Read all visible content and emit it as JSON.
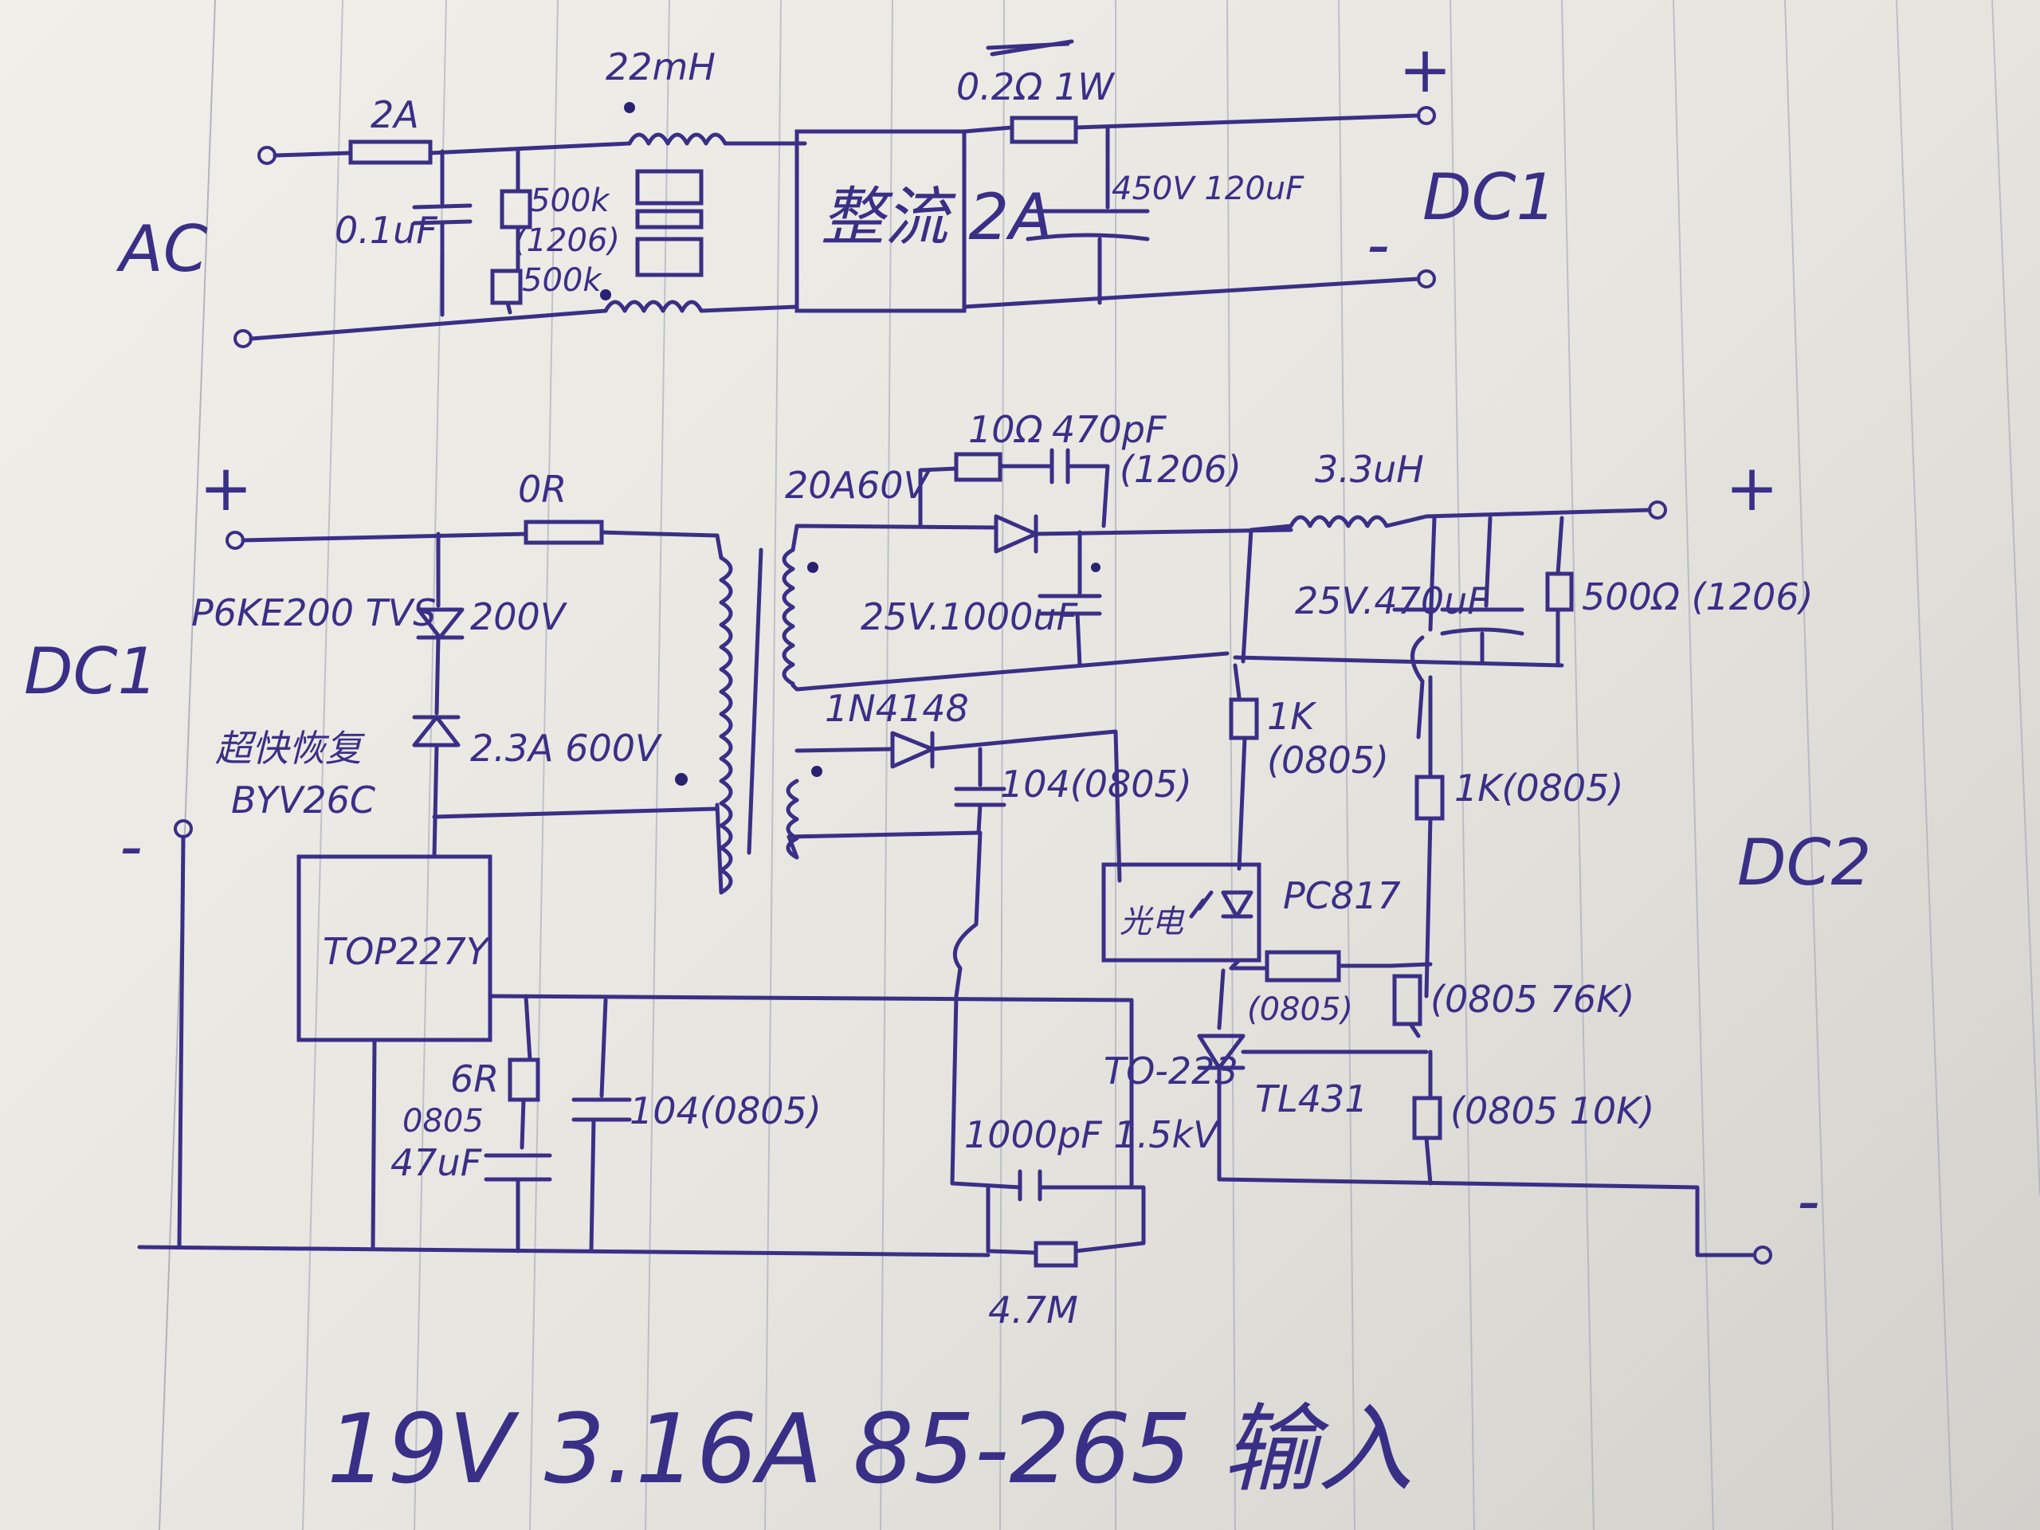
{
  "labels": {
    "ac": "AC",
    "dc1_top": "DC1",
    "dc1_left": "DC1",
    "dc2": "DC2",
    "plus_top": "+",
    "minus_top": "-",
    "plus_mid": "+",
    "minus_mid": "-",
    "plus_right": "+",
    "minus_right": "-",
    "fuse": "2A",
    "choke": "22mH",
    "cap_x": "0.1uF",
    "res_bleed1": "500k",
    "res_pkg": "(1206)",
    "res_bleed2": "500k",
    "bridge": "整流 2A",
    "shunt": "0.2Ω 1W",
    "bulk_cap": "450V 120uF",
    "res_0r": "0R",
    "tvs": "P6KE200 TVS",
    "tvs_v": "200V",
    "diode_fast": "超快恢复",
    "diode_part": "BYV26C",
    "diode_rating": "2.3A 600V",
    "top": "TOP227Y",
    "snub_r": "10Ω",
    "snub_c": "470pF",
    "snub_pkg": "(1206)",
    "schottky": "20A60V",
    "out_cap1": "25V.1000uF",
    "inductor": "3.3uH",
    "out_cap2": "25V.470uF",
    "res_500r": "500Ω (1206)",
    "diode_1n": "1N4148",
    "cap_104a": "104(0805)",
    "res_1k": "1K",
    "res_1k_pkg": "(0805)",
    "res_1k2": "1K(0805)",
    "opto": "PC817",
    "opto_in": "光电",
    "res_pkg2": "(0805)",
    "res_76k": "(0805 76K)",
    "tl_pkg": "TO-223",
    "tl431": "TL431",
    "res_10k": "(0805 10K)",
    "res_6r": "6R",
    "res_6r_pkg": "0805",
    "cap_47u": "47uF",
    "cap_104b": "104(0805)",
    "cap_y": "1000pF 1.5kV",
    "res_47m": "4.7M",
    "title": "19V 3.16A 85-265 输入"
  }
}
